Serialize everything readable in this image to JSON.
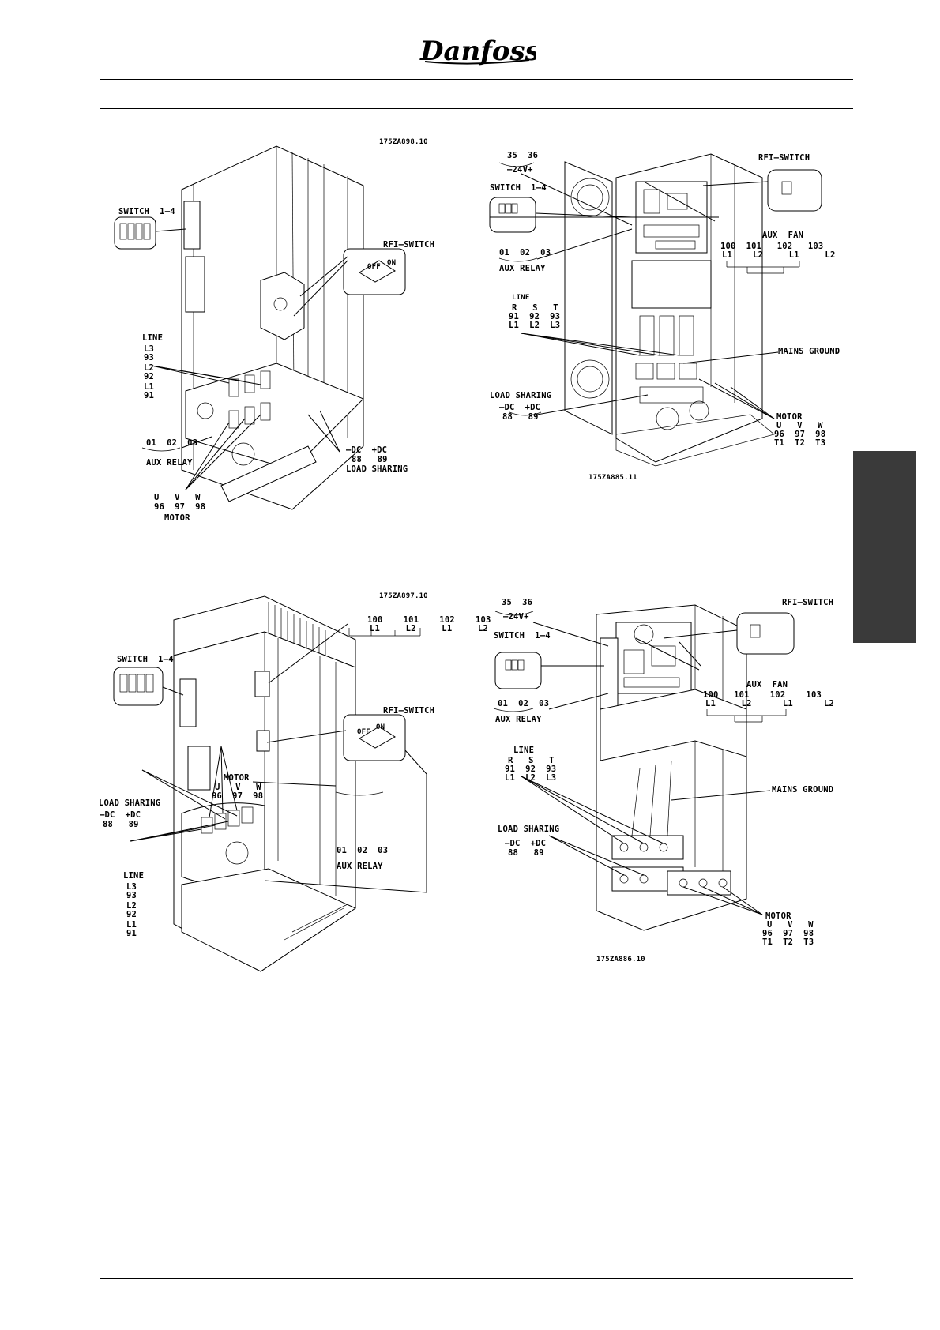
{
  "header": {
    "logo_text": "Danfoss"
  },
  "figures": [
    {
      "id": "fig-top-left",
      "code": "175ZA898.10",
      "labels": {
        "switch": "SWITCH  1–4",
        "rfi": "RFI–SWITCH",
        "rfi_off": "OFF",
        "rfi_on": "ON",
        "line": "LINE",
        "line_terms": [
          "L3",
          "93",
          "L2",
          "92",
          "L1",
          "91"
        ],
        "relay_terms": "01  02  03",
        "relay": "AUX RELAY",
        "dc_terms": "–DC  +DC",
        "dc_nums": "88   89",
        "load_sharing": "LOAD SHARING",
        "motor_uvw": "U   V   W",
        "motor_nums": "96  97  98",
        "motor": "MOTOR"
      }
    },
    {
      "id": "fig-top-right",
      "code": "175ZA885.11",
      "labels": {
        "t35_36": "35  36",
        "v24": "–24V+",
        "switch": "SWITCH  1–4",
        "relay_terms": "01  02  03",
        "relay": "AUX RELAY",
        "rfi": "RFI–SWITCH",
        "aux_fan": "AUX  FAN",
        "fan_nums": "100  101   102   103",
        "fan_lines": "L1    L2     L1     L2",
        "line": "LINE",
        "rst": "R   S   T",
        "line_nums": "91  92  93",
        "line_l": "L1  L2  L3",
        "mains_ground": "MAINS GROUND",
        "load_sharing": "LOAD SHARING",
        "dc_terms": "–DC  +DC",
        "dc_nums": "88   89",
        "motor": "MOTOR",
        "motor_uvw": "U   V   W",
        "motor_nums": "96  97  98",
        "motor_t": "T1  T2  T3"
      }
    },
    {
      "id": "fig-bottom-left",
      "code": "175ZA897.10",
      "labels": {
        "fan_nums": "100    101    102    103",
        "fan_lines": "L1     L2     L1     L2",
        "switch": "SWITCH  1–4",
        "rfi": "RFI–SWITCH",
        "rfi_off": "OFF",
        "rfi_on": "ON",
        "motor": "MOTOR",
        "motor_uvw": "U   V   W",
        "motor_nums": "96  97  98",
        "load_sharing": "LOAD SHARING",
        "dc_terms": "–DC  +DC",
        "dc_nums": "88   89",
        "relay_terms": "01  02  03",
        "relay": "AUX RELAY",
        "line": "LINE",
        "line_terms": [
          "L3",
          "93",
          "L2",
          "92",
          "L1",
          "91"
        ]
      }
    },
    {
      "id": "fig-bottom-right",
      "code": "175ZA886.10",
      "labels": {
        "t35_36": "35  36",
        "v24": "–24V+",
        "switch": "SWITCH  1–4",
        "relay_terms": "01  02  03",
        "relay": "AUX RELAY",
        "rfi": "RFI–SWITCH",
        "aux_fan": "AUX  FAN",
        "fan_nums": "100   101    102    103",
        "fan_lines": "L1     L2      L1      L2",
        "line": "LINE",
        "rst": "R   S   T",
        "line_nums": "91  92  93",
        "line_l": "L1  L2  L3",
        "mains_ground": "MAINS GROUND",
        "load_sharing": "LOAD SHARING",
        "dc_terms": "–DC  +DC",
        "dc_nums": "88   89",
        "motor": "MOTOR",
        "motor_uvw": "U   V   W",
        "motor_nums": "96  97  98",
        "motor_t": "T1  T2  T3"
      }
    }
  ]
}
